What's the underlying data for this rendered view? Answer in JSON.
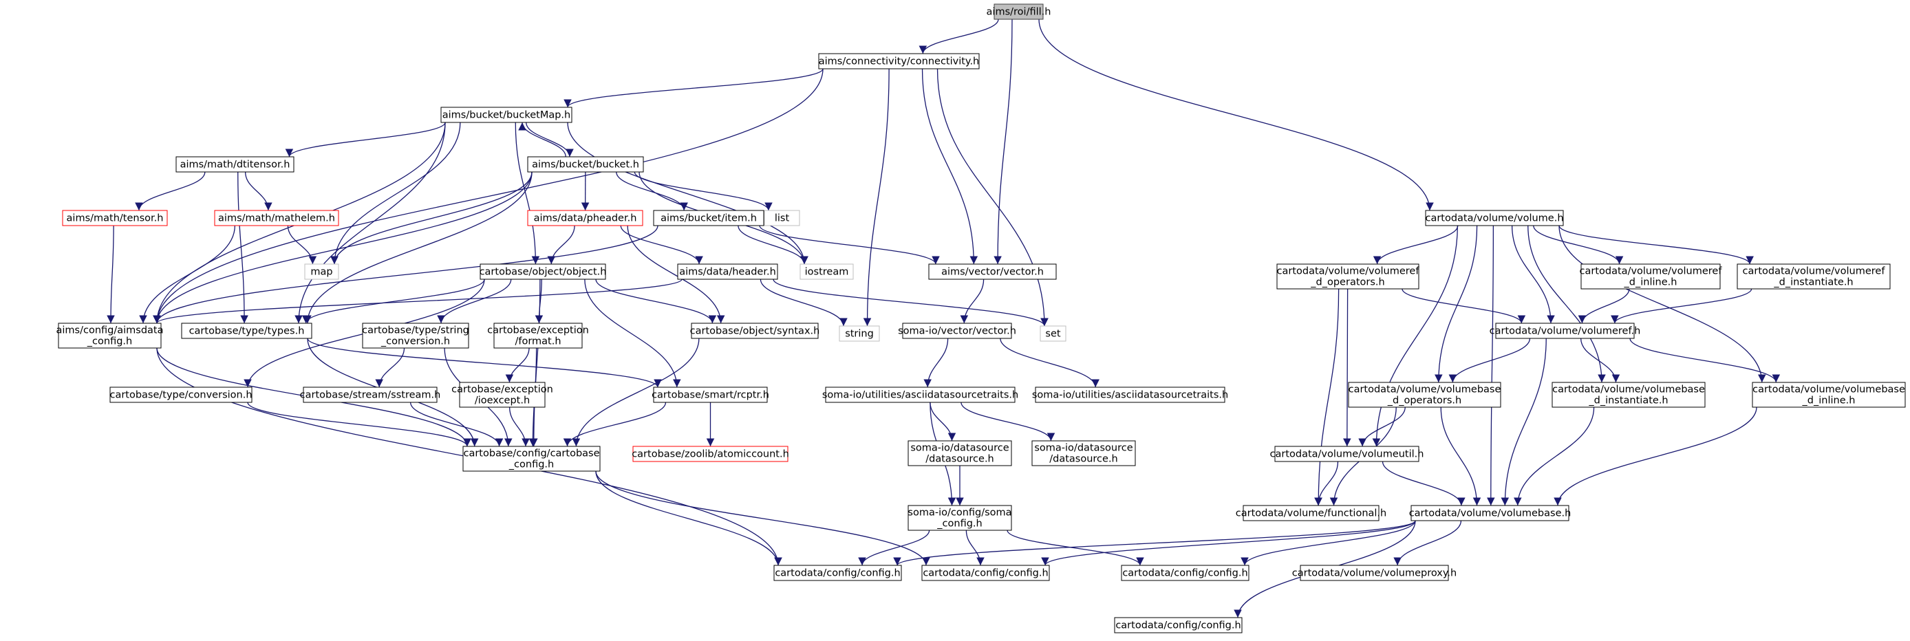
{
  "colors": {
    "edge": "#191970",
    "root_fill": "#bfbfbf",
    "red_border": "#ff0000",
    "external_border": "#bfbfbf"
  },
  "nodes": [
    {
      "id": "fill",
      "lines": [
        "aims/roi/fill.h"
      ],
      "style": "root"
    },
    {
      "id": "connectivity",
      "lines": [
        "aims/connectivity/connectivity.h"
      ],
      "style": "normal"
    },
    {
      "id": "bucketMap",
      "lines": [
        "aims/bucket/bucketMap.h"
      ],
      "style": "normal"
    },
    {
      "id": "dtitensor",
      "lines": [
        "aims/math/dtitensor.h"
      ],
      "style": "normal"
    },
    {
      "id": "bucket",
      "lines": [
        "aims/bucket/bucket.h"
      ],
      "style": "normal"
    },
    {
      "id": "tensor",
      "lines": [
        "aims/math/tensor.h"
      ],
      "style": "red"
    },
    {
      "id": "mathelem",
      "lines": [
        "aims/math/mathelem.h"
      ],
      "style": "red"
    },
    {
      "id": "pheader",
      "lines": [
        "aims/data/pheader.h"
      ],
      "style": "red"
    },
    {
      "id": "item",
      "lines": [
        "aims/bucket/item.h"
      ],
      "style": "normal"
    },
    {
      "id": "list",
      "lines": [
        "list"
      ],
      "style": "external"
    },
    {
      "id": "map",
      "lines": [
        "map"
      ],
      "style": "external"
    },
    {
      "id": "iostream",
      "lines": [
        "iostream"
      ],
      "style": "external"
    },
    {
      "id": "object",
      "lines": [
        "cartobase/object/object.h"
      ],
      "style": "normal"
    },
    {
      "id": "header",
      "lines": [
        "aims/data/header.h"
      ],
      "style": "normal"
    },
    {
      "id": "vector",
      "lines": [
        "aims/vector/vector.h"
      ],
      "style": "normal"
    },
    {
      "id": "aimsdata_config",
      "lines": [
        "aims/config/aimsdata",
        "_config.h"
      ],
      "style": "normal"
    },
    {
      "id": "types",
      "lines": [
        "cartobase/type/types.h"
      ],
      "style": "normal"
    },
    {
      "id": "string_conversion",
      "lines": [
        "cartobase/type/string",
        "_conversion.h"
      ],
      "style": "normal"
    },
    {
      "id": "exc_format",
      "lines": [
        "cartobase/exception",
        "/format.h"
      ],
      "style": "normal"
    },
    {
      "id": "syntax",
      "lines": [
        "cartobase/object/syntax.h"
      ],
      "style": "normal"
    },
    {
      "id": "string",
      "lines": [
        "string"
      ],
      "style": "external"
    },
    {
      "id": "set",
      "lines": [
        "set"
      ],
      "style": "external"
    },
    {
      "id": "soma_vector",
      "lines": [
        "soma-io/vector/vector.h"
      ],
      "style": "normal"
    },
    {
      "id": "conversion",
      "lines": [
        "cartobase/type/conversion.h"
      ],
      "style": "normal"
    },
    {
      "id": "sstream",
      "lines": [
        "cartobase/stream/sstream.h"
      ],
      "style": "normal"
    },
    {
      "id": "ioexcept",
      "lines": [
        "cartobase/exception",
        "/ioexcept.h"
      ],
      "style": "normal"
    },
    {
      "id": "rcptr",
      "lines": [
        "cartobase/smart/rcptr.h"
      ],
      "style": "normal"
    },
    {
      "id": "atomiccount",
      "lines": [
        "cartobase/zoolib/atomiccount.h"
      ],
      "style": "red"
    },
    {
      "id": "cartobase_config",
      "lines": [
        "cartobase/config/cartobase",
        "_config.h"
      ],
      "style": "normal"
    },
    {
      "id": "ascii1",
      "lines": [
        "soma-io/utilities/asciidatasourcetraits.h"
      ],
      "style": "normal"
    },
    {
      "id": "ascii2",
      "lines": [
        "soma-io/utilities/asciidatasourcetraits.h"
      ],
      "style": "normal"
    },
    {
      "id": "datasource1",
      "lines": [
        "soma-io/datasource",
        "/datasource.h"
      ],
      "style": "normal"
    },
    {
      "id": "datasource2",
      "lines": [
        "soma-io/datasource",
        "/datasource.h"
      ],
      "style": "normal"
    },
    {
      "id": "soma_config",
      "lines": [
        "soma-io/config/soma",
        "_config.h"
      ],
      "style": "normal"
    },
    {
      "id": "cfg_a",
      "lines": [
        "cartodata/config/config.h"
      ],
      "style": "normal"
    },
    {
      "id": "cfg_b",
      "lines": [
        "cartodata/config/config.h"
      ],
      "style": "normal"
    },
    {
      "id": "cfg_c",
      "lines": [
        "cartodata/config/config.h"
      ],
      "style": "normal"
    },
    {
      "id": "cfg_d",
      "lines": [
        "cartodata/config/config.h"
      ],
      "style": "normal"
    },
    {
      "id": "volume",
      "lines": [
        "cartodata/volume/volume.h"
      ],
      "style": "normal"
    },
    {
      "id": "volumeref_ops",
      "lines": [
        "cartodata/volume/volumeref",
        "_d_operators.h"
      ],
      "style": "normal"
    },
    {
      "id": "volumeref_inline",
      "lines": [
        "cartodata/volume/volumeref",
        "_d_inline.h"
      ],
      "style": "normal"
    },
    {
      "id": "volumeref_inst",
      "lines": [
        "cartodata/volume/volumeref",
        "_d_instantiate.h"
      ],
      "style": "normal"
    },
    {
      "id": "volumeref",
      "lines": [
        "cartodata/volume/volumeref.h"
      ],
      "style": "normal"
    },
    {
      "id": "volumebase_ops",
      "lines": [
        "cartodata/volume/volumebase",
        "_d_operators.h"
      ],
      "style": "normal"
    },
    {
      "id": "volumebase_inst",
      "lines": [
        "cartodata/volume/volumebase",
        "_d_instantiate.h"
      ],
      "style": "normal"
    },
    {
      "id": "volumebase_inline",
      "lines": [
        "cartodata/volume/volumebase",
        "_d_inline.h"
      ],
      "style": "normal"
    },
    {
      "id": "volumeutil",
      "lines": [
        "cartodata/volume/volumeutil.h"
      ],
      "style": "normal"
    },
    {
      "id": "functional",
      "lines": [
        "cartodata/volume/functional.h"
      ],
      "style": "normal"
    },
    {
      "id": "volumebase",
      "lines": [
        "cartodata/volume/volumebase.h"
      ],
      "style": "normal"
    },
    {
      "id": "volumeproxy",
      "lines": [
        "cartodata/volume/volumeproxy.h"
      ],
      "style": "normal"
    }
  ],
  "edges": [
    [
      "fill",
      "connectivity"
    ],
    [
      "fill",
      "vector"
    ],
    [
      "fill",
      "volume"
    ],
    [
      "connectivity",
      "bucketMap"
    ],
    [
      "connectivity",
      "aimsdata_config"
    ],
    [
      "connectivity",
      "string"
    ],
    [
      "connectivity",
      "vector"
    ],
    [
      "connectivity",
      "set"
    ],
    [
      "bucketMap",
      "dtitensor"
    ],
    [
      "bucketMap",
      "bucket"
    ],
    [
      "bucketMap",
      "map"
    ],
    [
      "bucketMap",
      "iostream"
    ],
    [
      "bucketMap",
      "object"
    ],
    [
      "bucketMap",
      "aimsdata_config"
    ],
    [
      "bucketMap",
      "types"
    ],
    [
      "bucket",
      "bucketMap"
    ],
    [
      "bucket",
      "pheader"
    ],
    [
      "bucket",
      "item"
    ],
    [
      "bucket",
      "list"
    ],
    [
      "bucket",
      "map"
    ],
    [
      "bucket",
      "iostream"
    ],
    [
      "bucket",
      "aimsdata_config"
    ],
    [
      "bucket",
      "types"
    ],
    [
      "dtitensor",
      "tensor"
    ],
    [
      "dtitensor",
      "mathelem"
    ],
    [
      "dtitensor",
      "types"
    ],
    [
      "tensor",
      "aimsdata_config"
    ],
    [
      "mathelem",
      "map"
    ],
    [
      "mathelem",
      "aimsdata_config"
    ],
    [
      "pheader",
      "object"
    ],
    [
      "pheader",
      "header"
    ],
    [
      "pheader",
      "syntax"
    ],
    [
      "item",
      "iostream"
    ],
    [
      "item",
      "vector"
    ],
    [
      "item",
      "aimsdata_config"
    ],
    [
      "header",
      "aimsdata_config"
    ],
    [
      "header",
      "string"
    ],
    [
      "header",
      "set"
    ],
    [
      "object",
      "types"
    ],
    [
      "object",
      "conversion"
    ],
    [
      "object",
      "string_conversion"
    ],
    [
      "object",
      "exc_format"
    ],
    [
      "object",
      "syntax"
    ],
    [
      "object",
      "rcptr"
    ],
    [
      "object",
      "cartobase_config"
    ],
    [
      "aimsdata_config",
      "cartobase_config"
    ],
    [
      "aimsdata_config",
      "cfg_a"
    ],
    [
      "types",
      "cartobase_config"
    ],
    [
      "types",
      "rcptr"
    ],
    [
      "string_conversion",
      "sstream"
    ],
    [
      "string_conversion",
      "cartobase_config"
    ],
    [
      "exc_format",
      "ioexcept"
    ],
    [
      "exc_format",
      "cartobase_config"
    ],
    [
      "syntax",
      "cartobase_config"
    ],
    [
      "conversion",
      "cartobase_config"
    ],
    [
      "sstream",
      "cartobase_config"
    ],
    [
      "ioexcept",
      "cartobase_config"
    ],
    [
      "rcptr",
      "atomiccount"
    ],
    [
      "rcptr",
      "cartobase_config"
    ],
    [
      "cartobase_config",
      "cfg_a"
    ],
    [
      "cartobase_config",
      "cfg_b"
    ],
    [
      "vector",
      "soma_vector"
    ],
    [
      "soma_vector",
      "ascii1"
    ],
    [
      "soma_vector",
      "ascii2"
    ],
    [
      "ascii1",
      "datasource1"
    ],
    [
      "ascii1",
      "datasource2"
    ],
    [
      "ascii1",
      "soma_config"
    ],
    [
      "datasource1",
      "soma_config"
    ],
    [
      "soma_config",
      "cfg_a"
    ],
    [
      "soma_config",
      "cfg_b"
    ],
    [
      "soma_config",
      "cfg_c"
    ],
    [
      "volume",
      "volumeref_ops"
    ],
    [
      "volume",
      "volumeref_inline"
    ],
    [
      "volume",
      "volumeref_inst"
    ],
    [
      "volume",
      "volumeref"
    ],
    [
      "volume",
      "volumebase_ops"
    ],
    [
      "volume",
      "volumebase_inst"
    ],
    [
      "volume",
      "volumebase_inline"
    ],
    [
      "volume",
      "volumeutil"
    ],
    [
      "volume",
      "volumebase"
    ],
    [
      "volumeref_ops",
      "volumeref"
    ],
    [
      "volumeref_ops",
      "volumeutil"
    ],
    [
      "volumeref_ops",
      "functional"
    ],
    [
      "volumeref_inline",
      "volumeref"
    ],
    [
      "volumeref_inst",
      "volumeref"
    ],
    [
      "volumeref",
      "volumebase_ops"
    ],
    [
      "volumeref",
      "volumebase_inst"
    ],
    [
      "volumeref",
      "volumebase_inline"
    ],
    [
      "volumeref",
      "volumebase"
    ],
    [
      "volumebase_ops",
      "volumeutil"
    ],
    [
      "volumebase_ops",
      "functional"
    ],
    [
      "volumebase_ops",
      "volumebase"
    ],
    [
      "volumebase_inst",
      "volumebase"
    ],
    [
      "volumebase_inline",
      "volumebase"
    ],
    [
      "volumeutil",
      "functional"
    ],
    [
      "volumeutil",
      "volumebase"
    ],
    [
      "volumebase",
      "cfg_a"
    ],
    [
      "volumebase",
      "cfg_b"
    ],
    [
      "volumebase",
      "cfg_c"
    ],
    [
      "volumebase",
      "volumeproxy"
    ],
    [
      "volumebase",
      "cfg_d"
    ]
  ]
}
